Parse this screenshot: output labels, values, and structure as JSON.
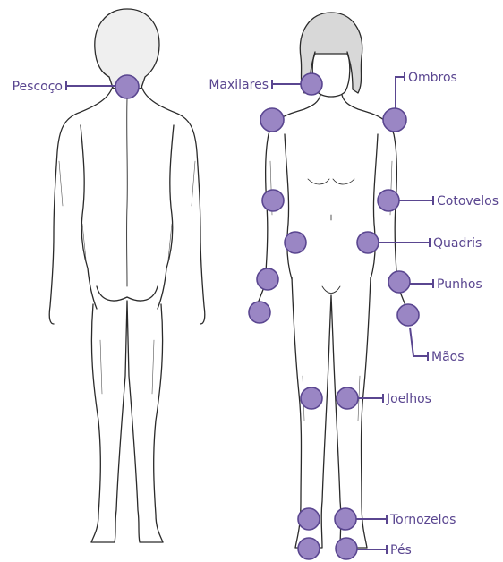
{
  "colors": {
    "background": "#ffffff",
    "joint_fill": "#9a86c4",
    "joint_stroke": "#5a4690",
    "label_text": "#5a4690",
    "leader": "#5a4690",
    "figure_outline": "#2a2a2a"
  },
  "labels": {
    "neck": "Pescoço",
    "jaw": "Maxilares",
    "shoulders": "Ombros",
    "elbows": "Cotovelos",
    "hips": "Quadris",
    "wrists": "Punhos",
    "hands": "Mãos",
    "knees": "Joelhos",
    "ankles": "Tornozelos",
    "feet": "Pés"
  }
}
